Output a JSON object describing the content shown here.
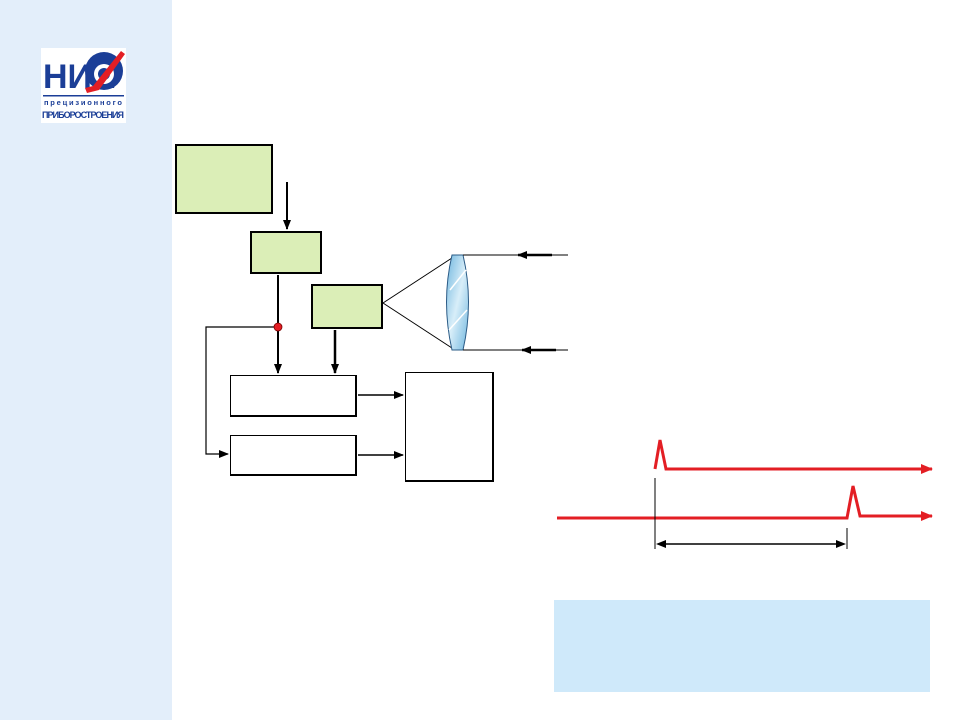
{
  "logo": {
    "main_text": "НИИ",
    "sub_text_1": "прецизионного",
    "sub_text_2": "ПРИБОРОСТРОЕНИЯ",
    "colors": {
      "blue": "#1b3e97",
      "red": "#e31e24"
    }
  },
  "diagram": {
    "blocks": [
      {
        "id": "block-top-source",
        "label": ""
      },
      {
        "id": "block-emitter",
        "label": ""
      },
      {
        "id": "block-receiver",
        "label": ""
      },
      {
        "id": "block-channel-1",
        "label": ""
      },
      {
        "id": "block-channel-2",
        "label": ""
      },
      {
        "id": "block-processor",
        "label": ""
      }
    ],
    "colors": {
      "block_fill": "#dbeeb7",
      "signal_line": "#e31e24",
      "junction_dot": "#e31e24",
      "lens": "#9fd0ea"
    }
  },
  "note_box": {
    "text": "",
    "color": "#cfe9fa"
  }
}
